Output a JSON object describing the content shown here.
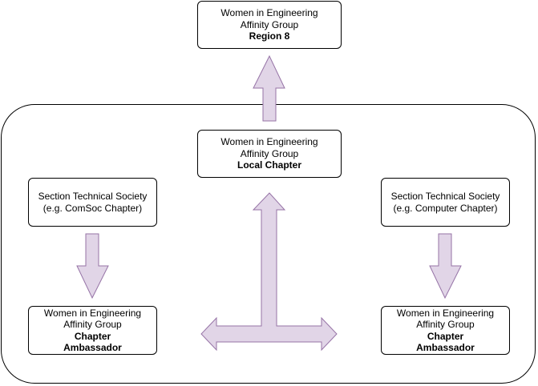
{
  "colors": {
    "arrow_fill": "#e1d5e7",
    "arrow_stroke": "#9673a6",
    "border": "#000000"
  },
  "nodes": {
    "region": {
      "line1": "Women in Engineering",
      "line2": "Affinity Group",
      "line3": "Region 8"
    },
    "local": {
      "line1": "Women in Engineering",
      "line2": "Affinity Group",
      "line3": "Local Chapter"
    },
    "section_left": {
      "line1": "Section Technical Society",
      "line2": "(e.g. ComSoc Chapter)"
    },
    "section_right": {
      "line1": "Section Technical Society",
      "line2": "(e.g. Computer Chapter)"
    },
    "amb_left": {
      "line1": "Women in Engineering",
      "line2": "Affinity Group",
      "line3": "Chapter",
      "line4": "Ambassador"
    },
    "amb_right": {
      "line1": "Women in Engineering",
      "line2": "Affinity Group",
      "line3": "Chapter",
      "line4": "Ambassador"
    }
  }
}
